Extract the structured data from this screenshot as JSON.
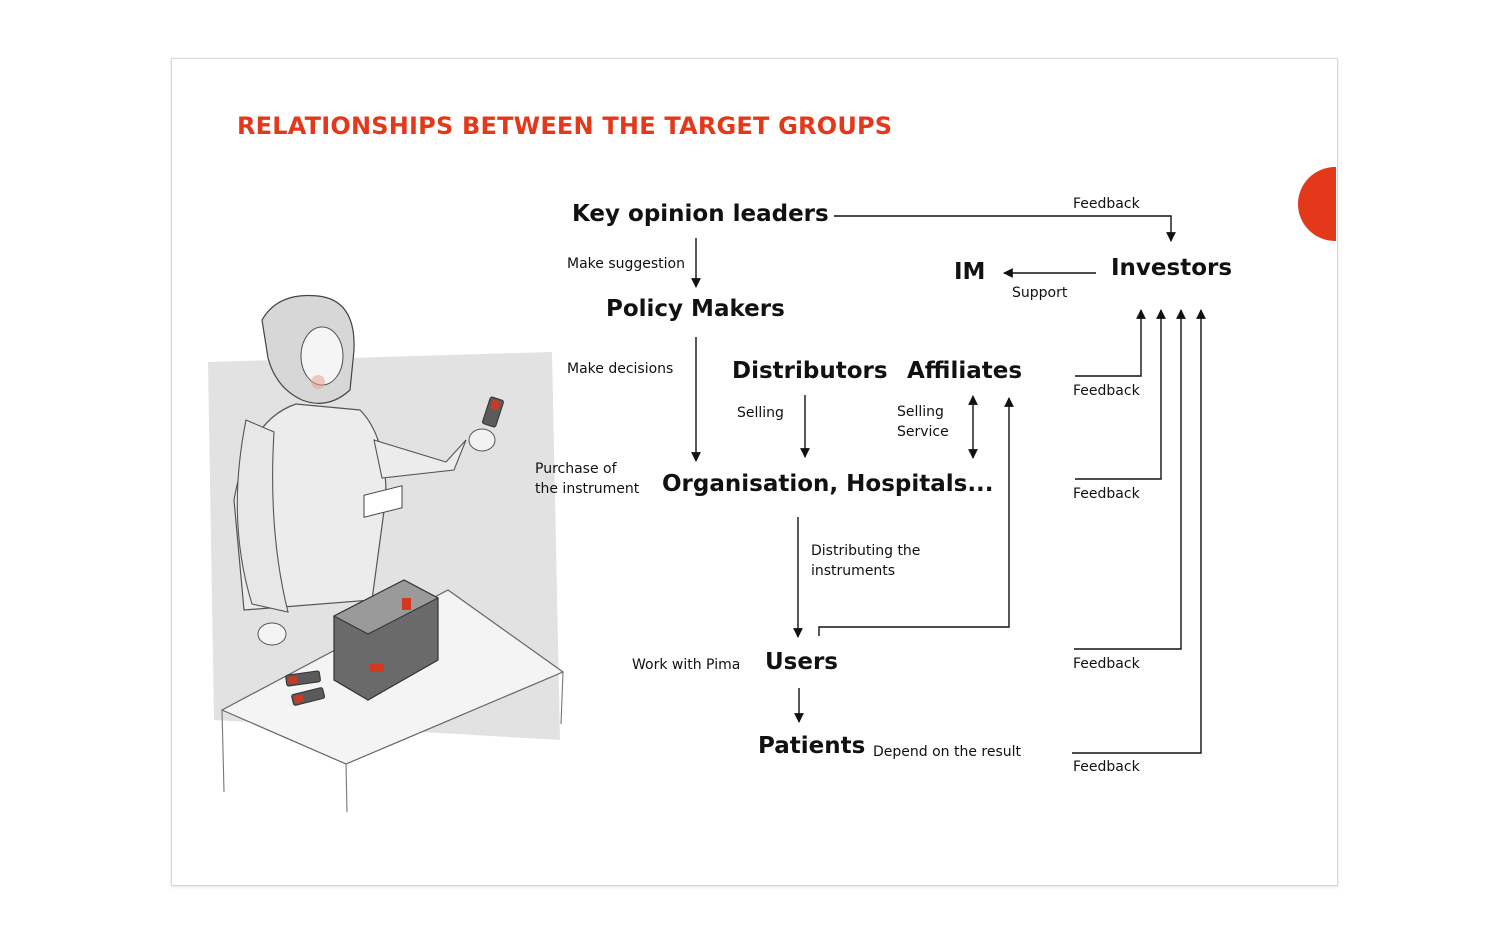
{
  "title": "RELATIONSHIPS BETWEEN THE TARGET GROUPS",
  "accent_color": "#e4381b",
  "illustration": "woman-with-analyzer-illustration",
  "nodes": {
    "key_opinion_leaders": "Key opinion leaders",
    "policy_makers": "Policy Makers",
    "distributors": "Distributors",
    "affiliates": "Affiliates",
    "organisation": "Organisation, Hospitals...",
    "users": "Users",
    "patients": "Patients",
    "im": "IM",
    "investors": "Investors"
  },
  "labels": {
    "make_suggestion": "Make suggestion",
    "make_decisions": "Make decisions",
    "selling": "Selling",
    "selling_service": "Selling\nService",
    "purchase": "Purchase of\nthe instrument",
    "distributing": "Distributing the\ninstruments",
    "work_with_pima": "Work with Pima",
    "depend_on_result": "Depend on the result",
    "support": "Support",
    "feedback_1": "Feedback",
    "feedback_2": "Feedback",
    "feedback_3": "Feedback",
    "feedback_4": "Feedback",
    "feedback_5": "Feedback"
  }
}
